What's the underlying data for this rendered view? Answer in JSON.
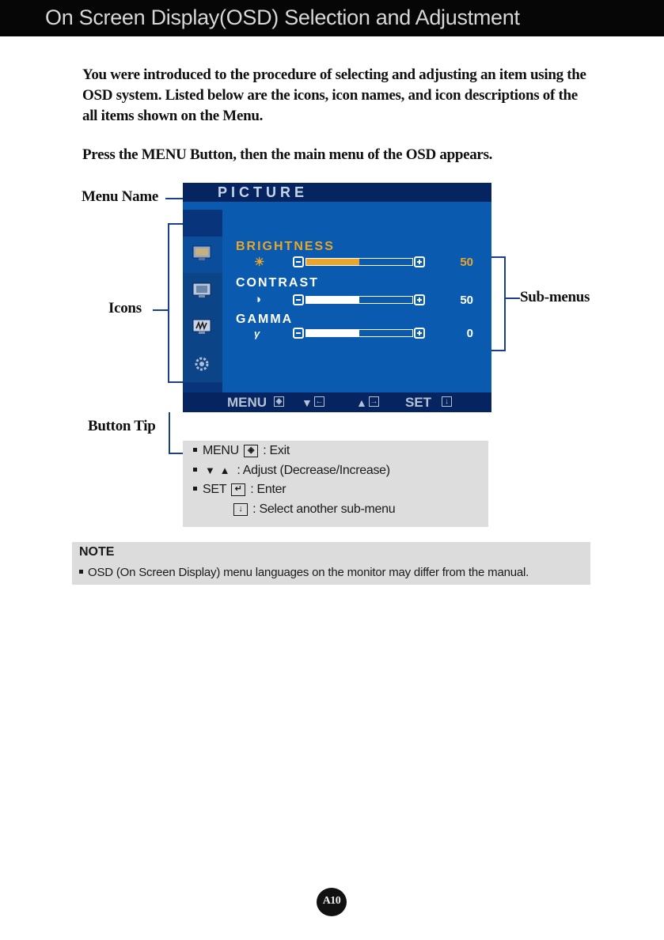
{
  "header": {
    "title": "On Screen Display(OSD) Selection and Adjustment"
  },
  "intro": {
    "paragraph": "You were introduced to the procedure of selecting and adjusting an item using the OSD system.  Listed below are the icons, icon names, and icon descriptions of the all items shown on the Menu.",
    "press_menu": "Press the MENU Button, then the main menu of the OSD appears."
  },
  "callouts": {
    "menu_name": "Menu Name",
    "icons": "Icons",
    "button_tip": "Button Tip",
    "sub_menus": "Sub-menus"
  },
  "osd": {
    "title": "PICTURE",
    "sidebar_icons": [
      "picture-monitor-icon",
      "color-icon",
      "tracking-icon",
      "setup-icon",
      "gear-icon"
    ],
    "submenus": [
      {
        "label": "BRIGHTNESS",
        "glyph": "☀",
        "value": "50",
        "level": 0.5,
        "selected": true
      },
      {
        "label": "CONTRAST",
        "glyph": "◑",
        "value": "50",
        "level": 0.5,
        "selected": false
      },
      {
        "label": "GAMMA",
        "glyph": "γ",
        "value": "0",
        "level": 0.5,
        "selected": false
      }
    ],
    "footer": {
      "menu": "MENU",
      "set": "SET"
    },
    "colors": {
      "selected": "#e8a62b",
      "normal": "#ffffff",
      "background": "#0a5bb0",
      "title_bar": "#06245f"
    }
  },
  "tips": {
    "exit_label": "MENU",
    "exit_text": ": Exit",
    "adjust_text": ": Adjust (Decrease/Increase)",
    "enter_label": "SET",
    "enter_text": ": Enter",
    "next_text": ": Select another sub-menu"
  },
  "note": {
    "title": "NOTE",
    "text": "OSD (On Screen Display) menu languages on the monitor may differ from the manual."
  },
  "page": {
    "number": "A10"
  }
}
